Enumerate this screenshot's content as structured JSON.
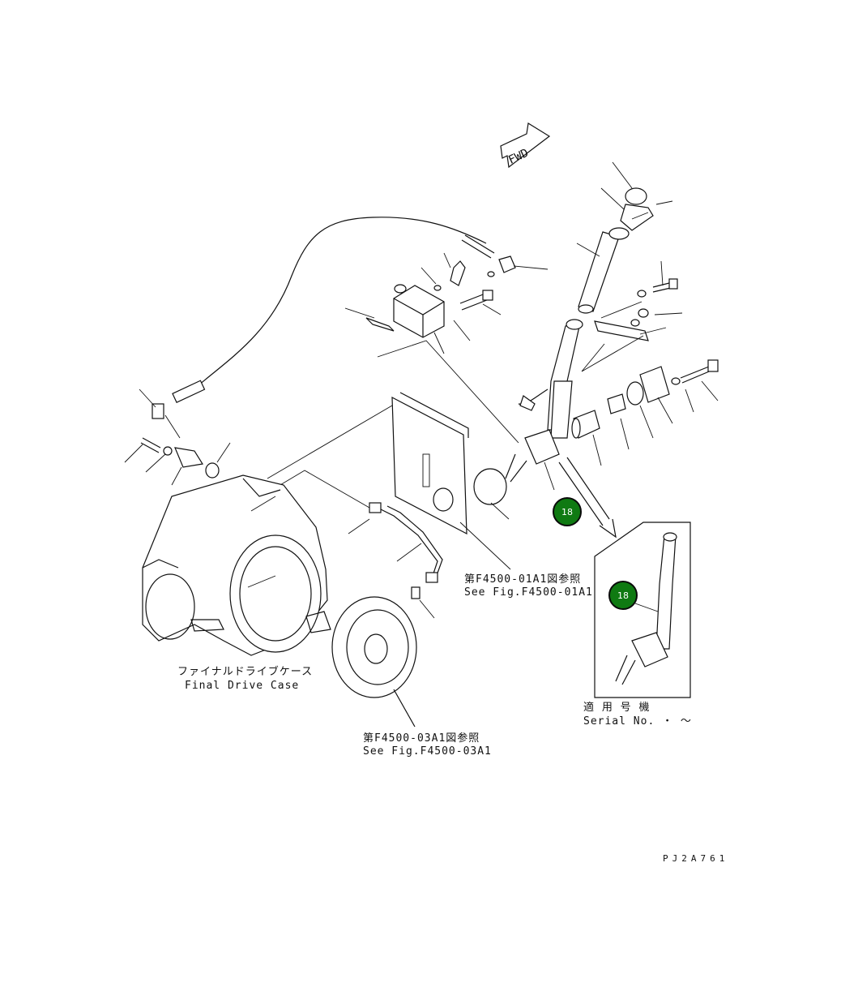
{
  "direction_arrow": {
    "label": "FWD"
  },
  "final_drive_case": {
    "label_jp": "ファイナルドライブケース",
    "label_en": "Final Drive Case"
  },
  "ref_f4500_01a1": {
    "label_jp": "第F4500-01A1図参照",
    "label_en": "See Fig.F4500-01A1"
  },
  "ref_f4500_03a1": {
    "label_jp": "第F4500-03A1図参照",
    "label_en": "See Fig.F4500-03A1"
  },
  "serial": {
    "label_jp": "適 用 号 機",
    "label_en": "Serial No.  ・ 〜"
  },
  "callouts": [
    {
      "number": "18"
    },
    {
      "number": "18"
    }
  ],
  "drawing_code": "PJ2A761",
  "colors": {
    "callout_fill": "#0f7a12",
    "line": "#111111"
  }
}
